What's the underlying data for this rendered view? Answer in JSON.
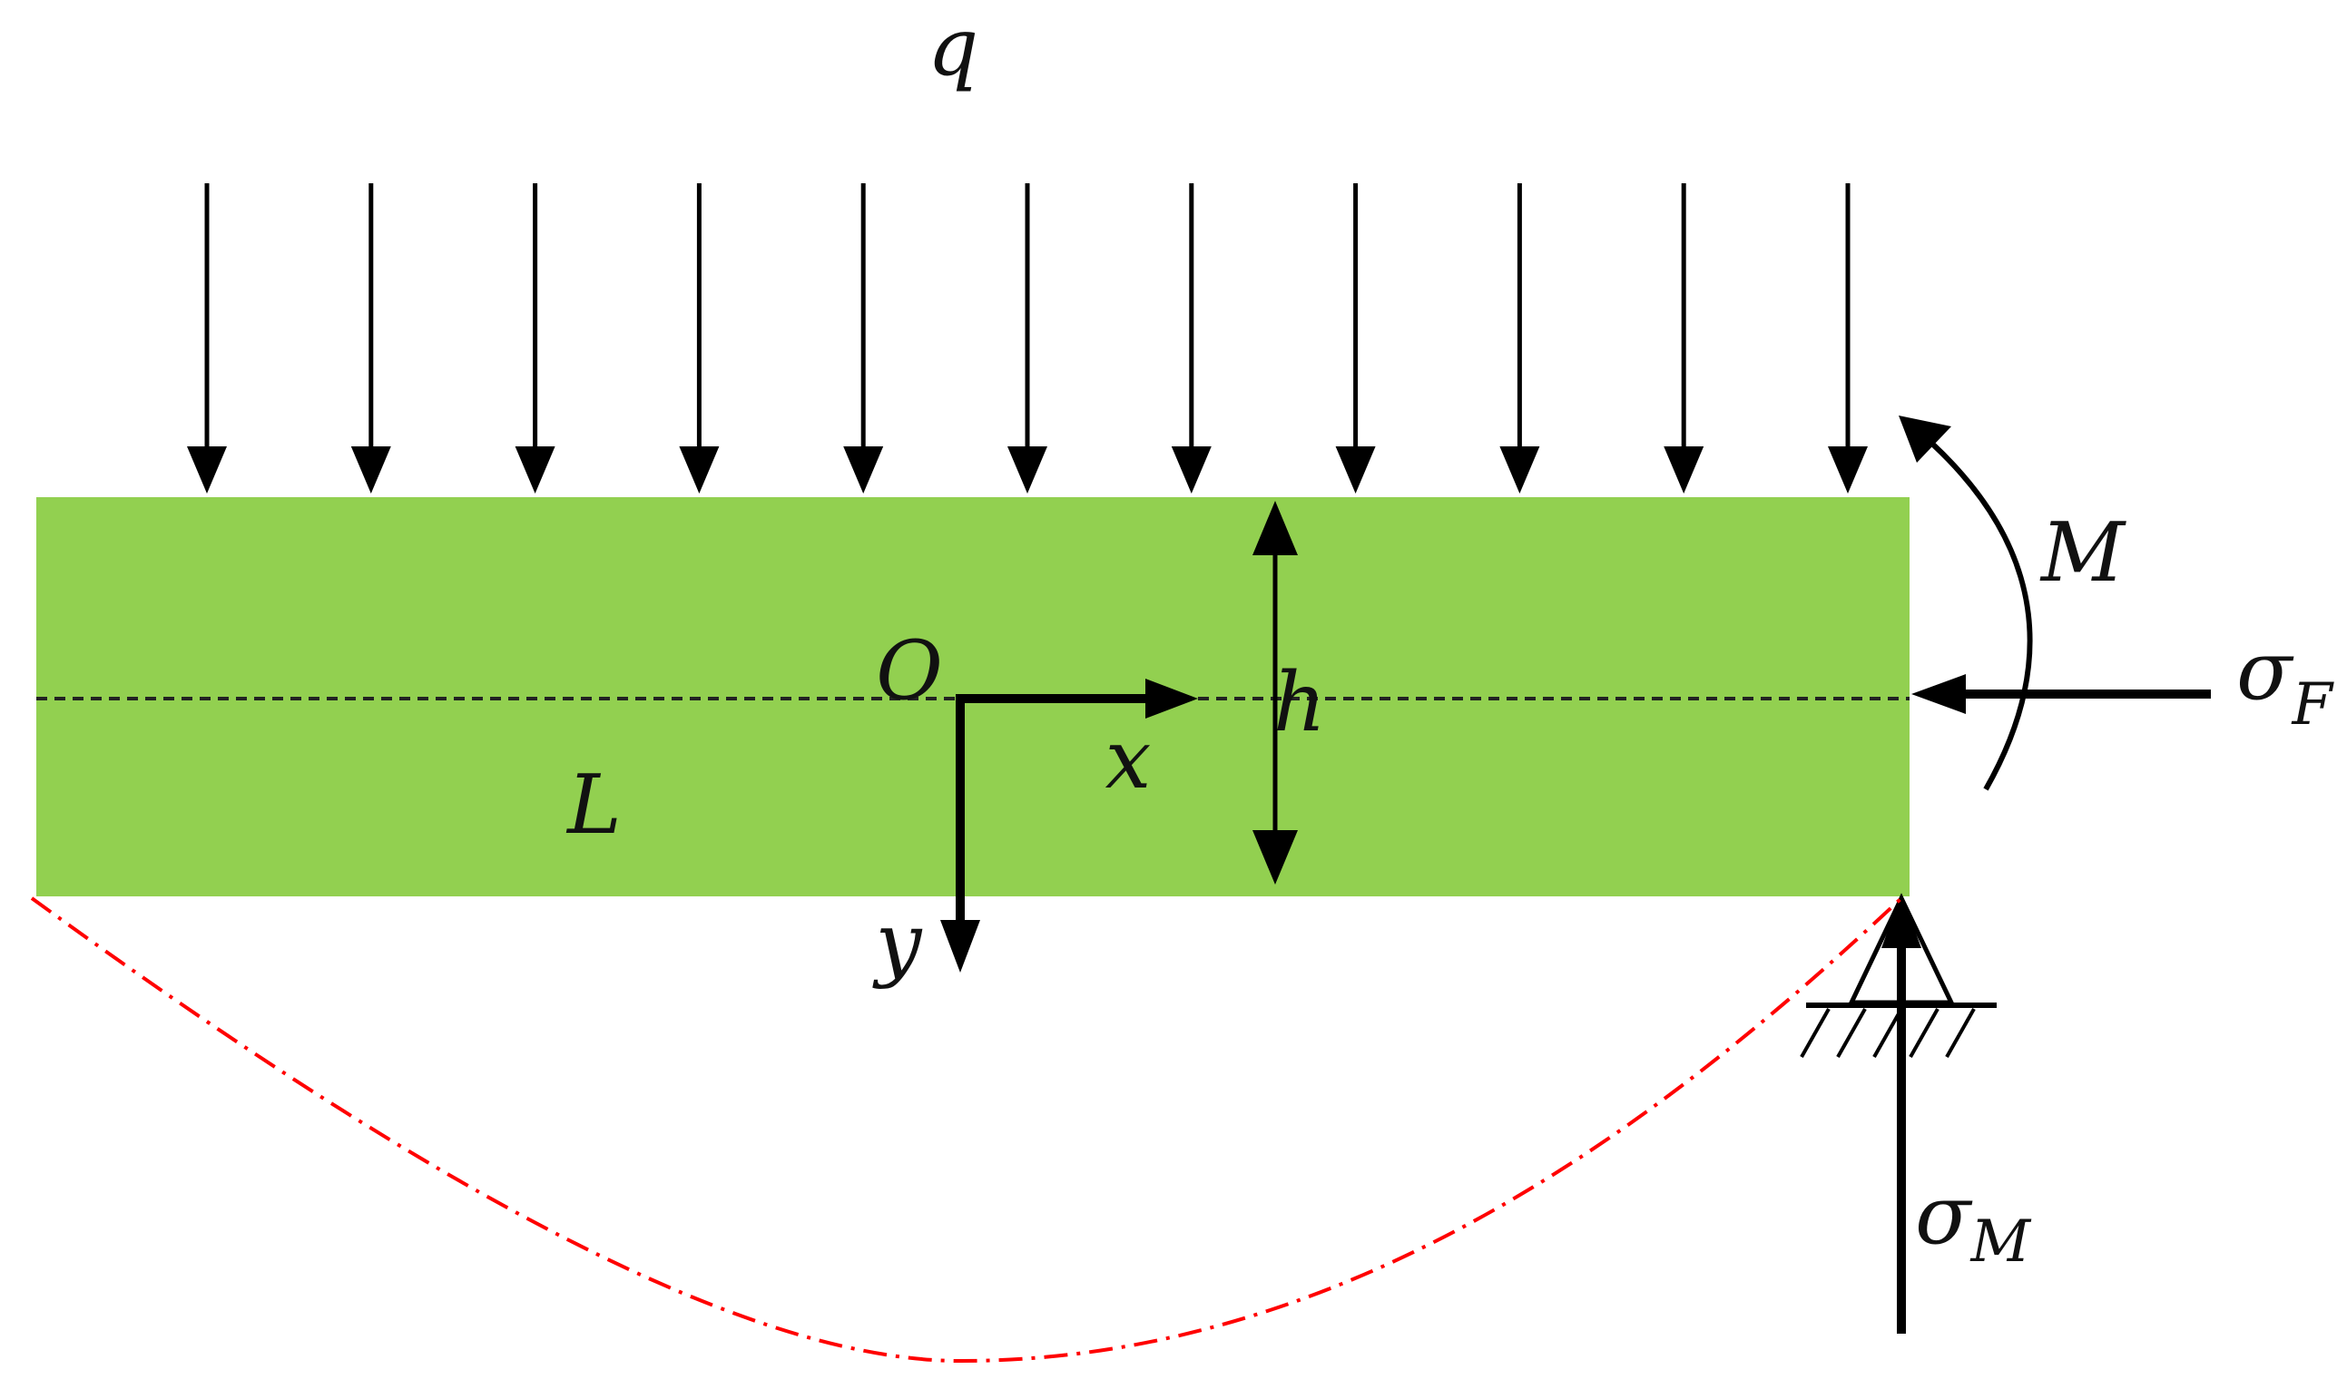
{
  "diagram": {
    "labels": {
      "load": "q",
      "moment": "M",
      "origin": "O",
      "x_axis": "x",
      "y_axis": "y",
      "height": "h",
      "length": "L",
      "sigma_f_symbol": "σ",
      "sigma_f_sub": "F",
      "sigma_m_symbol": "σ",
      "sigma_m_sub": "M"
    },
    "load_arrow_count": 11,
    "colors": {
      "beam": "#92D050",
      "deflection": "#FF0000",
      "lines": "#000000"
    }
  }
}
